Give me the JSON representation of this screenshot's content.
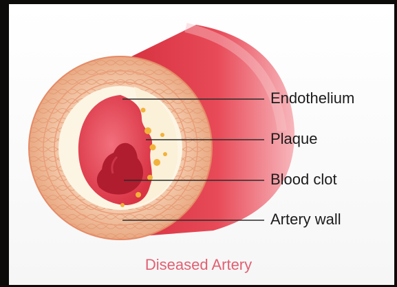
{
  "diagram": {
    "labels": [
      {
        "id": "endothelium",
        "text": "Endothelium"
      },
      {
        "id": "plaque",
        "text": "Plaque"
      },
      {
        "id": "blood_clot",
        "text": "Blood clot"
      },
      {
        "id": "artery_wall",
        "text": "Artery wall"
      }
    ],
    "caption": "Diseased Artery",
    "colors": {
      "caption": "#e25f72",
      "vessel": "#e23b4c",
      "wall": "#f4c6a4",
      "plaque": "#fbf0d8",
      "plaque_dots": "#f2b23a",
      "clot": "#b01d2e",
      "leader_lines": "#2a2a2a"
    }
  }
}
